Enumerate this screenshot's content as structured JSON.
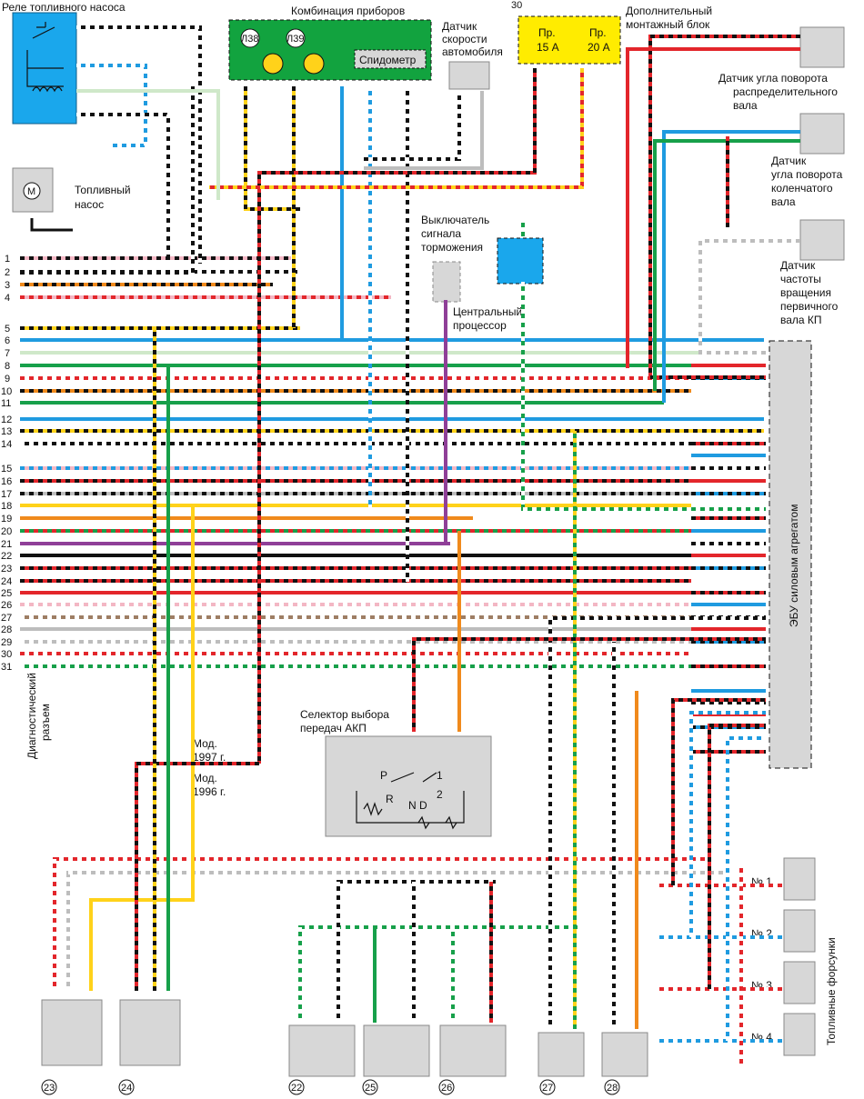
{
  "labels": {
    "fuel_pump_relay": "Реле топливного насоса",
    "fuel_pump": [
      "Топливный",
      "насос"
    ],
    "instrument_cluster": "Комбинация приборов",
    "lamp_38": "Л38",
    "lamp_39": "Л39",
    "speedometer": "Спидометр",
    "speed_sensor": [
      "Датчик",
      "скорости",
      "автомобиля"
    ],
    "fuse_block_terminal": "30",
    "fuse_15_top": "Пр.",
    "fuse_15_bottom": "15 А",
    "fuse_20_top": "Пр.",
    "fuse_20_bottom": "20 А",
    "aux_block": [
      "Дополнительный",
      "монтажный блок"
    ],
    "camshaft_sensor": [
      "Датчик угла поворота",
      "распределительного",
      "вала"
    ],
    "crankshaft_sensor": [
      "Датчик",
      "угла поворота",
      "коленчатого",
      "вала"
    ],
    "input_shaft_sensor": [
      "Датчик",
      "частоты",
      "вращения",
      "первичного",
      "вала КП"
    ],
    "brake_switch": [
      "Выключатель",
      "сигнала",
      "торможения"
    ],
    "cpu": [
      "Центральный",
      "процессор"
    ],
    "ecu": "ЭБУ силовым агрегатом",
    "diag_connector": [
      "Диагностический",
      "разъем"
    ],
    "mod_1997": [
      "Мод.",
      "1997 г."
    ],
    "mod_1996": [
      "Мод.",
      "1996 г."
    ],
    "gear_selector": [
      "Селектор выбора",
      "передач АКП"
    ],
    "selector_p": "P",
    "selector_r": "R",
    "selector_n": "N",
    "selector_d": "D",
    "selector_1": "1",
    "selector_2": "2",
    "injectors_title": "Топливные форсунки",
    "injector_1": "№ 1",
    "injector_2": "№ 2",
    "injector_3": "№ 3",
    "injector_4": "№ 4",
    "component_23": "23",
    "component_24": "24",
    "component_22": "22",
    "component_25": "25",
    "component_26": "26",
    "component_27": "27",
    "component_28": "28"
  },
  "pin_numbers": [
    "1",
    "2",
    "3",
    "4",
    "5",
    "6",
    "7",
    "8",
    "9",
    "10",
    "11",
    "12",
    "13",
    "14",
    "15",
    "16",
    "17",
    "18",
    "19",
    "20",
    "21",
    "22",
    "23",
    "24",
    "25",
    "26",
    "27",
    "28",
    "29",
    "30",
    "31"
  ],
  "colors": {
    "black": "#111111",
    "red": "#e3262b",
    "white": "#ffffff",
    "blue": "#1f9be0",
    "green": "#17a04a",
    "yellow": "#ffd21a",
    "orange": "#f08a1c",
    "pink": "#f3b7c4",
    "gray": "#bdbdbd",
    "brown": "#9e7e64",
    "violet": "#8f3f98",
    "light_blue": "#9fd8f4",
    "light_green": "#cfe8c9",
    "relay_box": "#1aa7ec",
    "cluster_box": "#12a33f",
    "fuse_box": "#ffec00",
    "component_gray": "#d7d7d7"
  }
}
